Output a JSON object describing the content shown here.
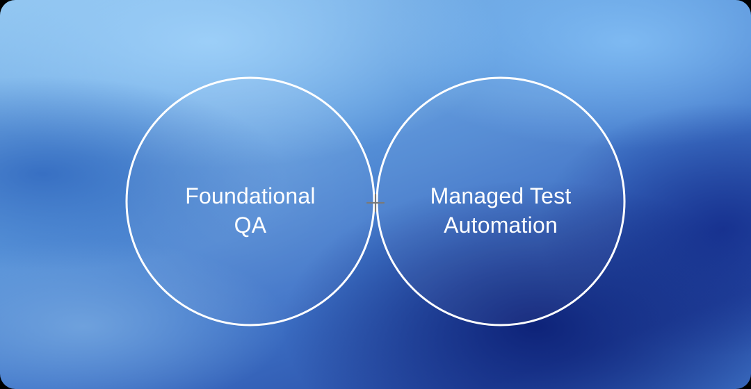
{
  "diagram": {
    "type": "venn",
    "sets": [
      {
        "label": "Foundational\nQA"
      },
      {
        "label": "Managed Test\nAutomation"
      }
    ],
    "intersection": {
      "icon": "plus-icon"
    }
  },
  "colors": {
    "outline": "#ffffff",
    "intersection_fill": "#ffffff",
    "plus": "#7a7a7a",
    "text": "#ffffff"
  }
}
